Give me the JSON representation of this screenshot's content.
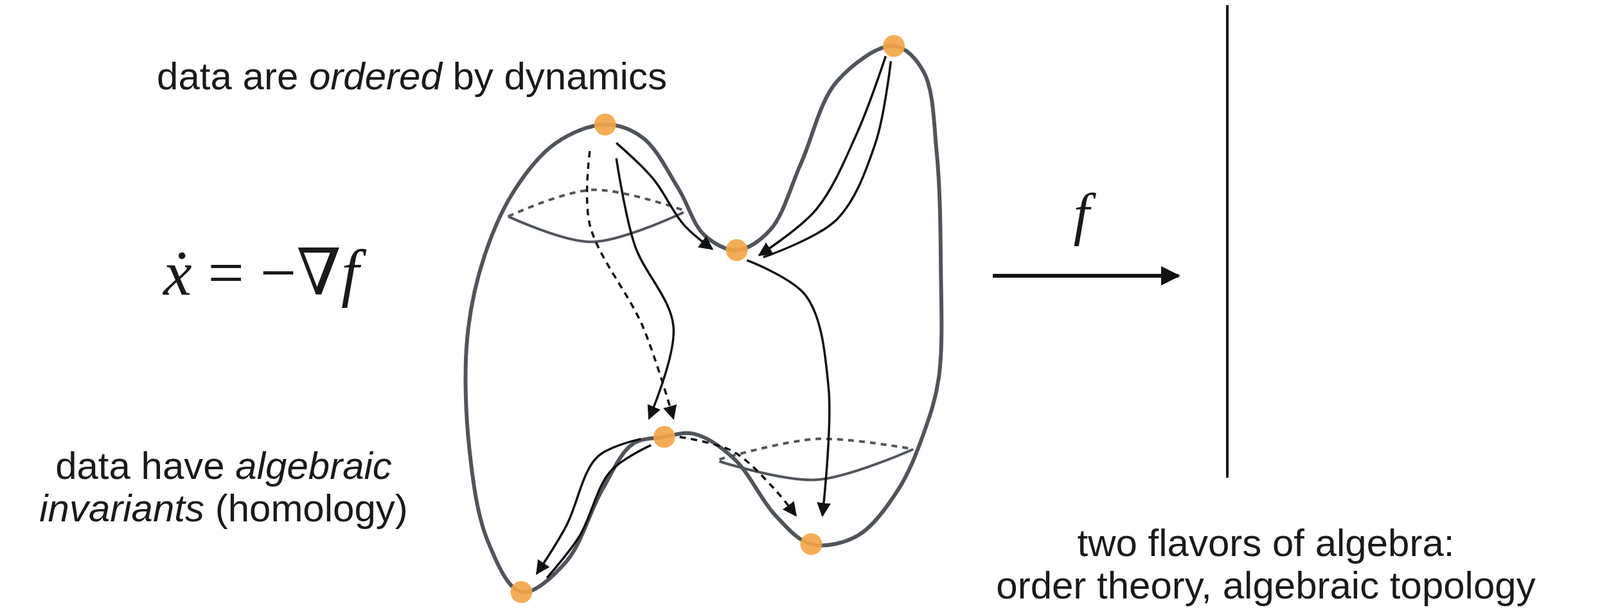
{
  "diagram": {
    "labels": [
      "data are ordered by dynamics",
      "ẋ = −∇f",
      "data have algebraic invariants (homology)",
      "f",
      "two flavors of algebra: order theory, algebraic topology"
    ]
  }
}
